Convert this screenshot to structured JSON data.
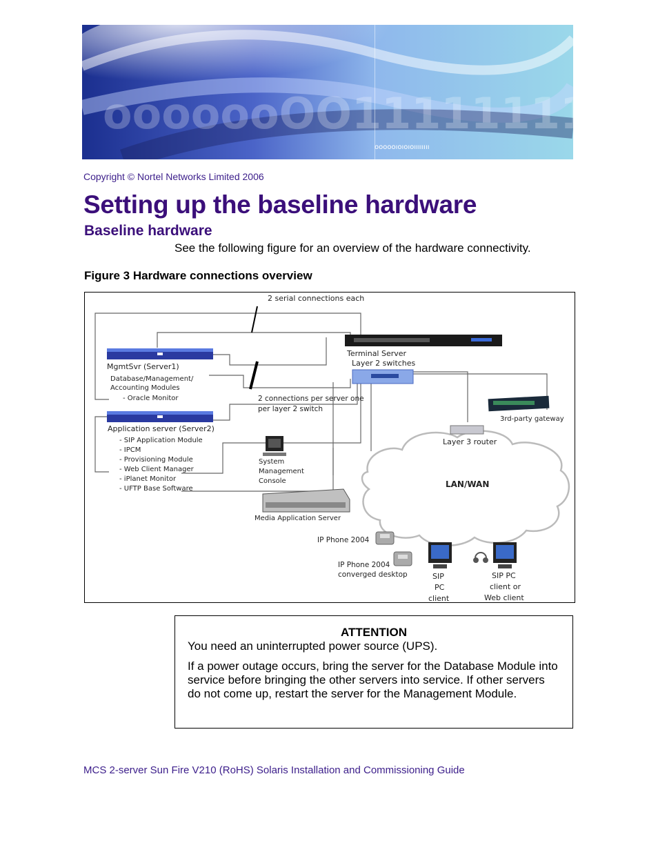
{
  "banner": {
    "binary_text": "oooooıoıoıoıııııııı",
    "large_text": "ooooooOO11111111"
  },
  "copyright": "Copyright © Nortel Networks Limited 2006",
  "title": "Setting up the baseline hardware",
  "subtitle": "Baseline hardware",
  "intro": "See the following figure for an overview of the hardware connectivity.",
  "figure_caption": "Figure 3  Hardware connections overview",
  "figure": {
    "serial_note": "2 serial connections each",
    "terminal_server": "Terminal Server",
    "layer2_switches": "Layer 2 switches",
    "server1": "MgmtSvr (Server1)",
    "server1_modules": [
      "Database/Management/",
      "Accounting Modules",
      "- Oracle Monitor"
    ],
    "connections_note": [
      "2 connections per server one",
      "per layer 2 switch"
    ],
    "server2": "Application server (Server2)",
    "server2_modules": [
      "- SIP Application Module",
      "- IPCM",
      "- Provisioning Module",
      "- Web Client Manager",
      "- iPlanet Monitor",
      "- UFTP Base Software"
    ],
    "smc": [
      "System",
      "Management",
      "Console"
    ],
    "media_server": "Media Application Server",
    "gateway": "3rd-party gateway",
    "router": "Layer 3 router",
    "lan_wan": "LAN/WAN",
    "ip_phone": "IP Phone 2004",
    "ip_phone_converged": [
      "IP Phone 2004",
      "converged desktop"
    ],
    "sip_pc": [
      "SIP",
      "PC",
      "client"
    ],
    "sip_pc_web": [
      "SIP PC",
      "client or",
      "Web client"
    ]
  },
  "attention": {
    "heading": "ATTENTION",
    "para1": "You need an uninterrupted power source (UPS).",
    "para2": "If a power outage occurs, bring the server for the Database Module into service before bringing the other servers into service. If other servers do not come up, restart the server for the Management Module."
  },
  "footer": "MCS 2-server Sun Fire V210 (RoHS) Solaris Installation and Commissioning Guide"
}
